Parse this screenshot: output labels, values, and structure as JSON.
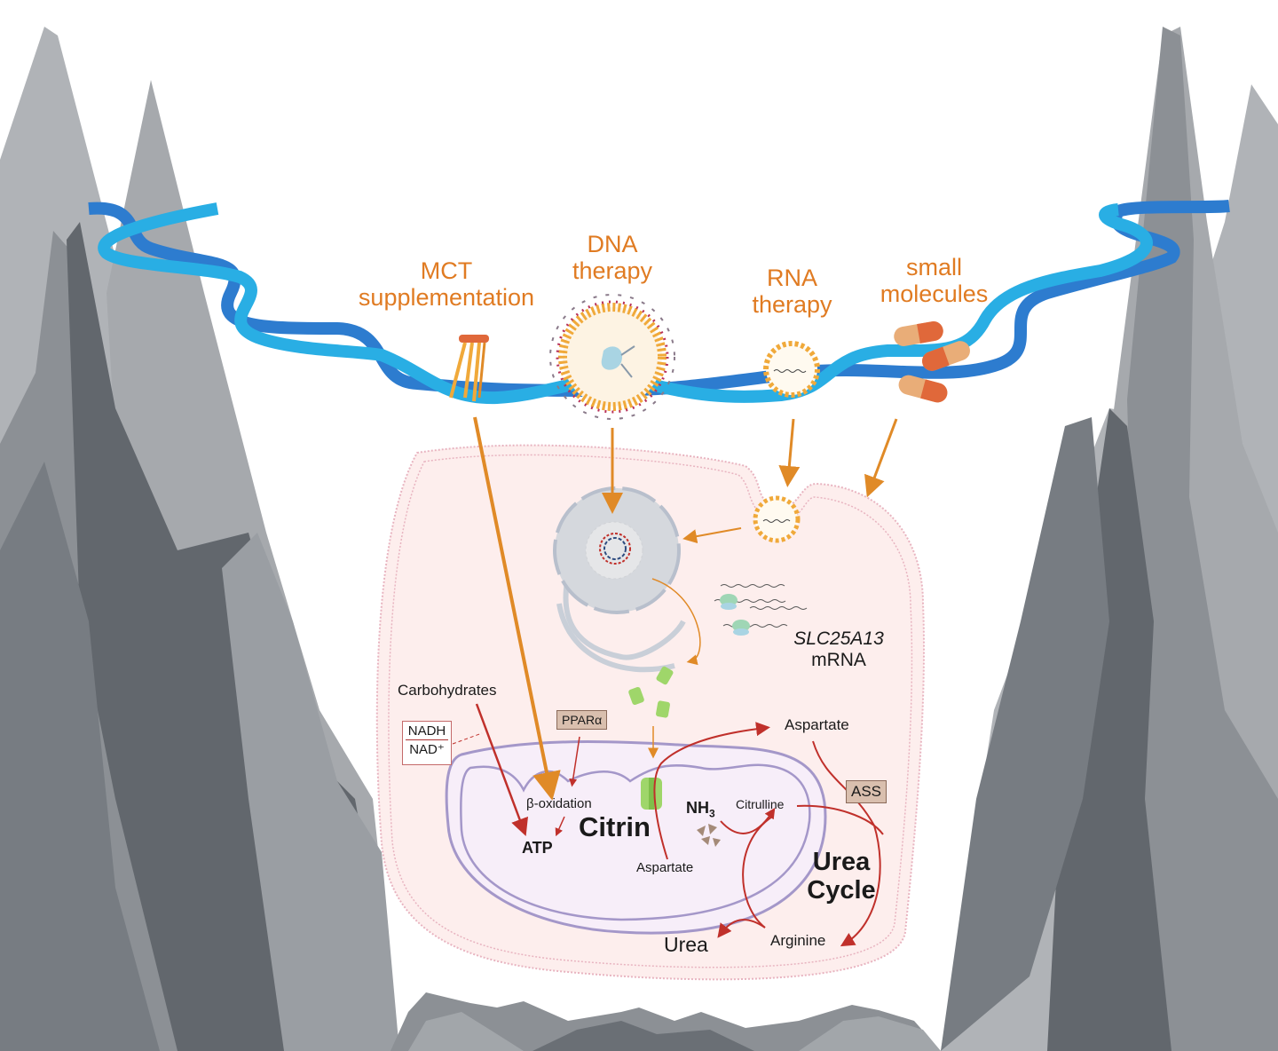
{
  "figure": {
    "topic": "Therapeutic approaches bridging citrin deficiency",
    "colors": {
      "therapy_label": "#e07b22",
      "dna_strand_dark": "#2d7ccf",
      "dna_strand_light": "#29aee4",
      "rock_light": "#b0b3b7",
      "rock_mid": "#8c9095",
      "rock_dark": "#62676d",
      "cell_fill": "#fdeeed",
      "cell_membrane": "#e8b4c0",
      "mito_fill": "#f7eef9",
      "mito_membrane": "#a497c9",
      "pathway_arrow": "#c0302b",
      "therapy_arrow": "#e08a27",
      "citrin_protein": "#9fd66a",
      "enzyme_box": "#d9bfae"
    }
  },
  "therapies": [
    {
      "id": "mct",
      "line1": "MCT",
      "line2": "supplementation",
      "icon": "stool-icon"
    },
    {
      "id": "dna",
      "line1": "DNA",
      "line2": "therapy",
      "icon": "viral-vector-icon"
    },
    {
      "id": "rna",
      "line1": "RNA",
      "line2": "therapy",
      "icon": "lipid-nanoparticle-icon"
    },
    {
      "id": "small",
      "line1": "small",
      "line2": "molecules",
      "icon": "capsule-icon"
    }
  ],
  "cell": {
    "mrna_label_gene": "SLC25A13",
    "mrna_label_suffix": "mRNA",
    "carbohydrates": "Carbohydrates",
    "nadh": "NADH",
    "nad": "NAD⁺",
    "ppar": "PPARα",
    "beta_oxidation": "β-oxidation",
    "atp": "ATP",
    "citrin": "Citrin",
    "aspartate_inner": "Aspartate",
    "aspartate_outer": "Aspartate",
    "nh3": "NH",
    "nh3_sub": "3",
    "citrulline": "Citrulline",
    "ass": "ASS",
    "urea_cycle_line1": "Urea",
    "urea_cycle_line2": "Cycle",
    "urea": "Urea",
    "arginine": "Arginine"
  }
}
